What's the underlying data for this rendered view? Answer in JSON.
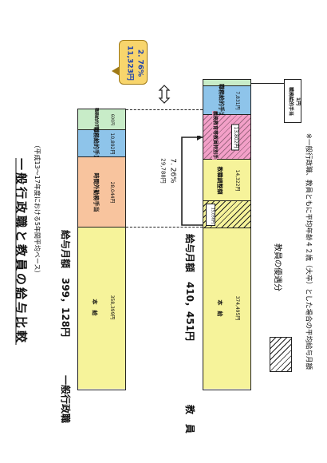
{
  "title": "一般行政職と教員の給与比較",
  "subtitle": "（平成13～17年度における5年間平均ベース）",
  "admin": {
    "group_label": "一般行政職",
    "monthly_total": "給与月額　399，128円",
    "segments": [
      {
        "label": "本　給",
        "amount": "358,399円"
      },
      {
        "label": "時間外勤務手当",
        "amount": "28,044円"
      },
      {
        "label": "職務給的手当",
        "amount": "10,892円"
      },
      {
        "label": "職務給的手当",
        "amount": "600円"
      }
    ]
  },
  "teacher": {
    "group_label": "教　員",
    "monthly_total": "給与月額　410，451円",
    "segments": [
      {
        "label": "本　給",
        "amount": "374,495円"
      },
      {
        "label": "教職調整額",
        "amount": "14,322円"
      },
      {
        "label": "義務教育等教員特別手当",
        "amount": "13,802円"
      },
      {
        "label": "職務給的手当",
        "amount": "7,831円"
      },
      {
        "label": "職務給的手当",
        "amount": "1円"
      }
    ],
    "inner_box": "15,036円"
  },
  "diff_total": {
    "amount": "11,323円",
    "percent": "2. 76%"
  },
  "diff_preferential": {
    "amount": "29,788円",
    "percent": "7. 26%"
  },
  "legend_label": "教員の優遇分",
  "note": "※一般行政職、教員ともに平均年齢４２歳（大卒）とした場合の平均給与月額",
  "colors": {
    "yellow": "#f6f39a",
    "orange": "#f8c49e",
    "blue": "#8ec4ea",
    "green": "#c8ecc8",
    "pink": "#f3a0c8",
    "callout": "#f8d56c"
  }
}
